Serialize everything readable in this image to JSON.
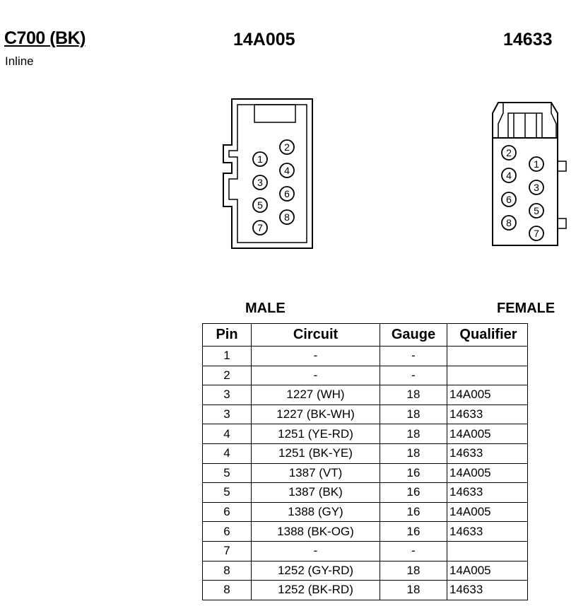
{
  "header": {
    "connector_id": "C700 (BK)",
    "connector_type": "Inline",
    "part_male": "14A005",
    "part_female": "14633"
  },
  "labels": {
    "male": "MALE",
    "female": "FEMALE"
  },
  "male_pins": [
    "1",
    "2",
    "3",
    "4",
    "5",
    "6",
    "7",
    "8"
  ],
  "female_pins": [
    "1",
    "2",
    "3",
    "4",
    "5",
    "6",
    "7",
    "8"
  ],
  "table": {
    "headers": [
      "Pin",
      "Circuit",
      "Gauge",
      "Qualifier"
    ],
    "rows": [
      {
        "pin": "1",
        "circuit": "-",
        "gauge": "-",
        "qualifier": ""
      },
      {
        "pin": "2",
        "circuit": "-",
        "gauge": "-",
        "qualifier": ""
      },
      {
        "pin": "3",
        "circuit": "1227 (WH)",
        "gauge": "18",
        "qualifier": "14A005"
      },
      {
        "pin": "3",
        "circuit": "1227 (BK-WH)",
        "gauge": "18",
        "qualifier": "14633"
      },
      {
        "pin": "4",
        "circuit": "1251 (YE-RD)",
        "gauge": "18",
        "qualifier": "14A005"
      },
      {
        "pin": "4",
        "circuit": "1251 (BK-YE)",
        "gauge": "18",
        "qualifier": "14633"
      },
      {
        "pin": "5",
        "circuit": "1387 (VT)",
        "gauge": "16",
        "qualifier": "14A005"
      },
      {
        "pin": "5",
        "circuit": "1387 (BK)",
        "gauge": "16",
        "qualifier": "14633"
      },
      {
        "pin": "6",
        "circuit": "1388 (GY)",
        "gauge": "16",
        "qualifier": "14A005"
      },
      {
        "pin": "6",
        "circuit": "1388 (BK-OG)",
        "gauge": "16",
        "qualifier": "14633"
      },
      {
        "pin": "7",
        "circuit": "-",
        "gauge": "-",
        "qualifier": ""
      },
      {
        "pin": "8",
        "circuit": "1252 (GY-RD)",
        "gauge": "18",
        "qualifier": "14A005"
      },
      {
        "pin": "8",
        "circuit": "1252 (BK-RD)",
        "gauge": "18",
        "qualifier": "14633"
      }
    ]
  }
}
